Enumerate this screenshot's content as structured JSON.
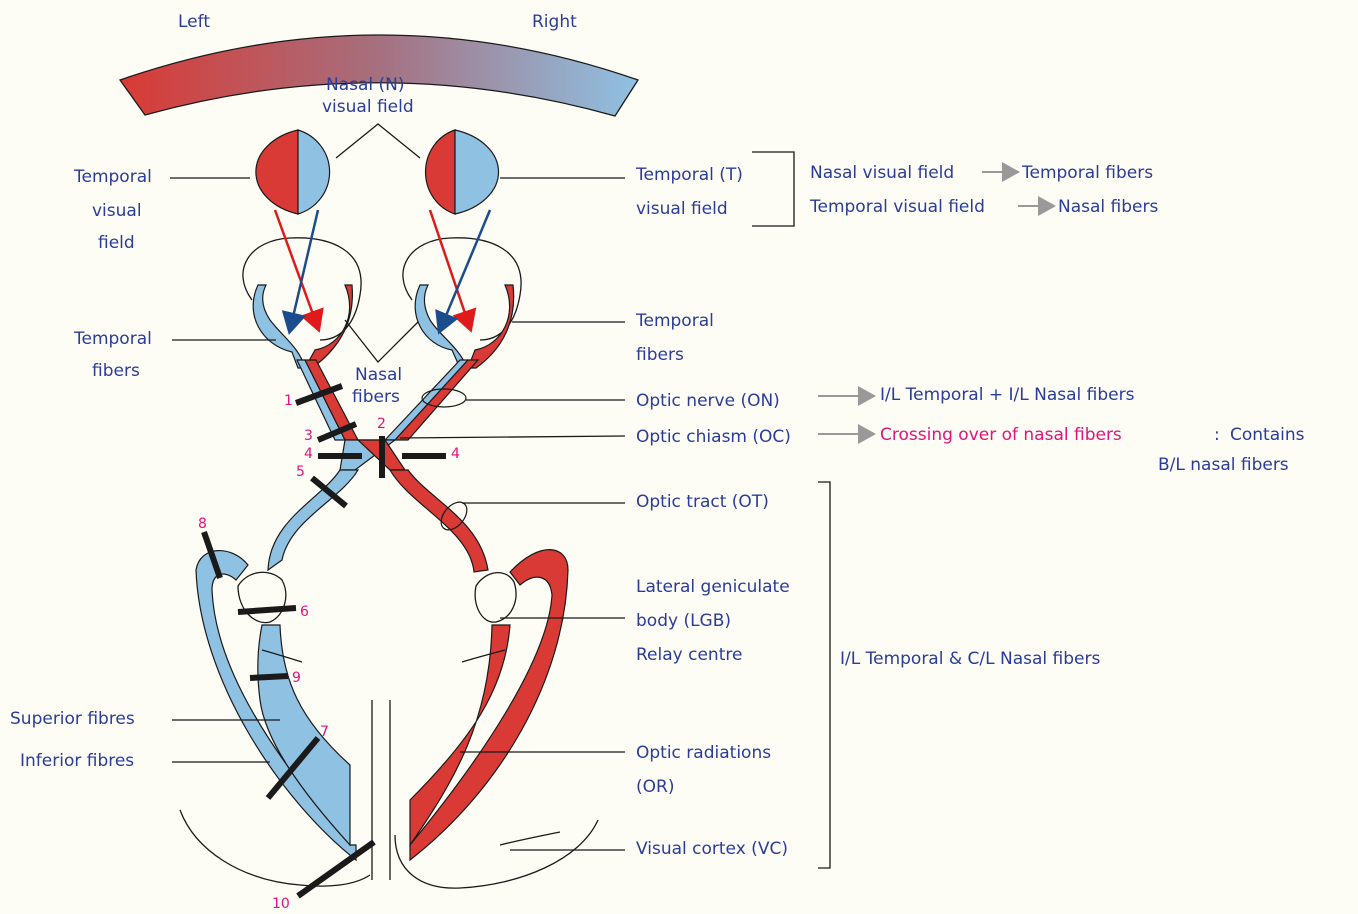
{
  "colors": {
    "background": "#fdfcf5",
    "nasal_temporal_blue": "#8fc1e3",
    "red_fibers": "#d93a35",
    "label_blue": "#2a3c9a",
    "highlight_pink": "#e0157a",
    "arrow_grey": "#999999"
  },
  "visual_field": {
    "left": "Left",
    "right": "Right",
    "nasal_line1": "Nasal (N)",
    "nasal_line2": "visual field"
  },
  "left_labels": {
    "temporal_field_1": "Temporal",
    "temporal_field_2": "visual",
    "temporal_field_3": "field",
    "temporal_fibers_1": "Temporal",
    "temporal_fibers_2": "fibers",
    "superior_fibres": "Superior fibres",
    "inferior_fibres": "Inferior fibres"
  },
  "center_labels": {
    "nasal_fibers_1": "Nasal",
    "nasal_fibers_2": "fibers"
  },
  "right_labels": {
    "temporal_t_1": "Temporal (T)",
    "temporal_t_2": "visual field",
    "temporal_fibers_1": "Temporal",
    "temporal_fibers_2": "fibers",
    "optic_nerve": "Optic nerve (ON)",
    "optic_chiasm": "Optic chiasm (OC)",
    "optic_tract": "Optic tract (OT)",
    "lgb_1": "Lateral geniculate",
    "lgb_2": "body (LGB)",
    "lgb_3": "Relay centre",
    "optic_radiations_1": "Optic radiations",
    "optic_radiations_2": "(OR)",
    "visual_cortex": "Visual cortex (VC)"
  },
  "notes": {
    "nasal_field_a": "Nasal visual field",
    "nasal_field_b": "Temporal fibers",
    "temporal_field_a": "Temporal visual field",
    "temporal_field_b": "Nasal fibers",
    "optic_nerve_note": "I/L Temporal + I/L Nasal fibers",
    "chiasm_note_pink": "Crossing over of nasal fibers",
    "chiasm_note_sep": ":",
    "chiasm_note_contains": "Contains",
    "chiasm_note_line2": "B/L nasal fibers",
    "bracket_note": "I/L Temporal & C/L Nasal fibers"
  },
  "lesion_numbers": [
    "1",
    "2",
    "3",
    "4",
    "4",
    "5",
    "6",
    "7",
    "8",
    "9",
    "10"
  ]
}
